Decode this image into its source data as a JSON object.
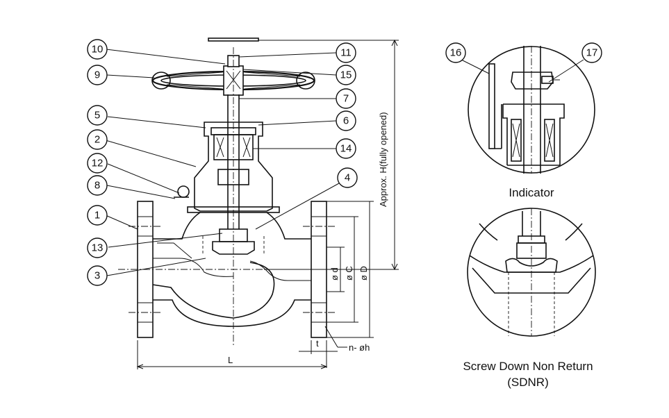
{
  "callouts": [
    "10",
    "9",
    "5",
    "2",
    "12",
    "8",
    "1",
    "13",
    "3",
    "11",
    "15",
    "7",
    "6",
    "14",
    "4",
    "16",
    "17"
  ],
  "dimensions": {
    "height": "Approx. H(fully opened)",
    "d": "ø d",
    "c": "ø C",
    "D": "ø D",
    "t": "t",
    "holes": "n- øh",
    "length": "L"
  },
  "captions": {
    "indicator": "Indicator",
    "sdnr_line1": "Screw Down Non Return",
    "sdnr_line2": "(SDNR)"
  }
}
